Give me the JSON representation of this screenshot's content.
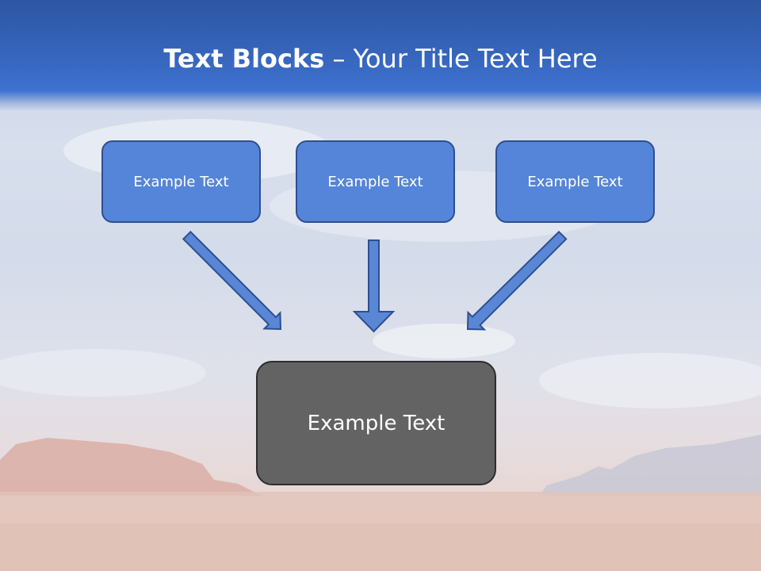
{
  "title": {
    "bold": "Text Blocks",
    "rest": " – Your Title Text Here"
  },
  "blocks": [
    {
      "label": "Example Text"
    },
    {
      "label": "Example Text"
    },
    {
      "label": "Example Text"
    }
  ],
  "main_block": {
    "label": "Example Text"
  },
  "colors": {
    "header_blue": "#3767bf",
    "box_fill": "#5585d9",
    "box_border": "#2d4f90",
    "main_fill": "#636363",
    "arrow_fill": "#5a86d6"
  }
}
